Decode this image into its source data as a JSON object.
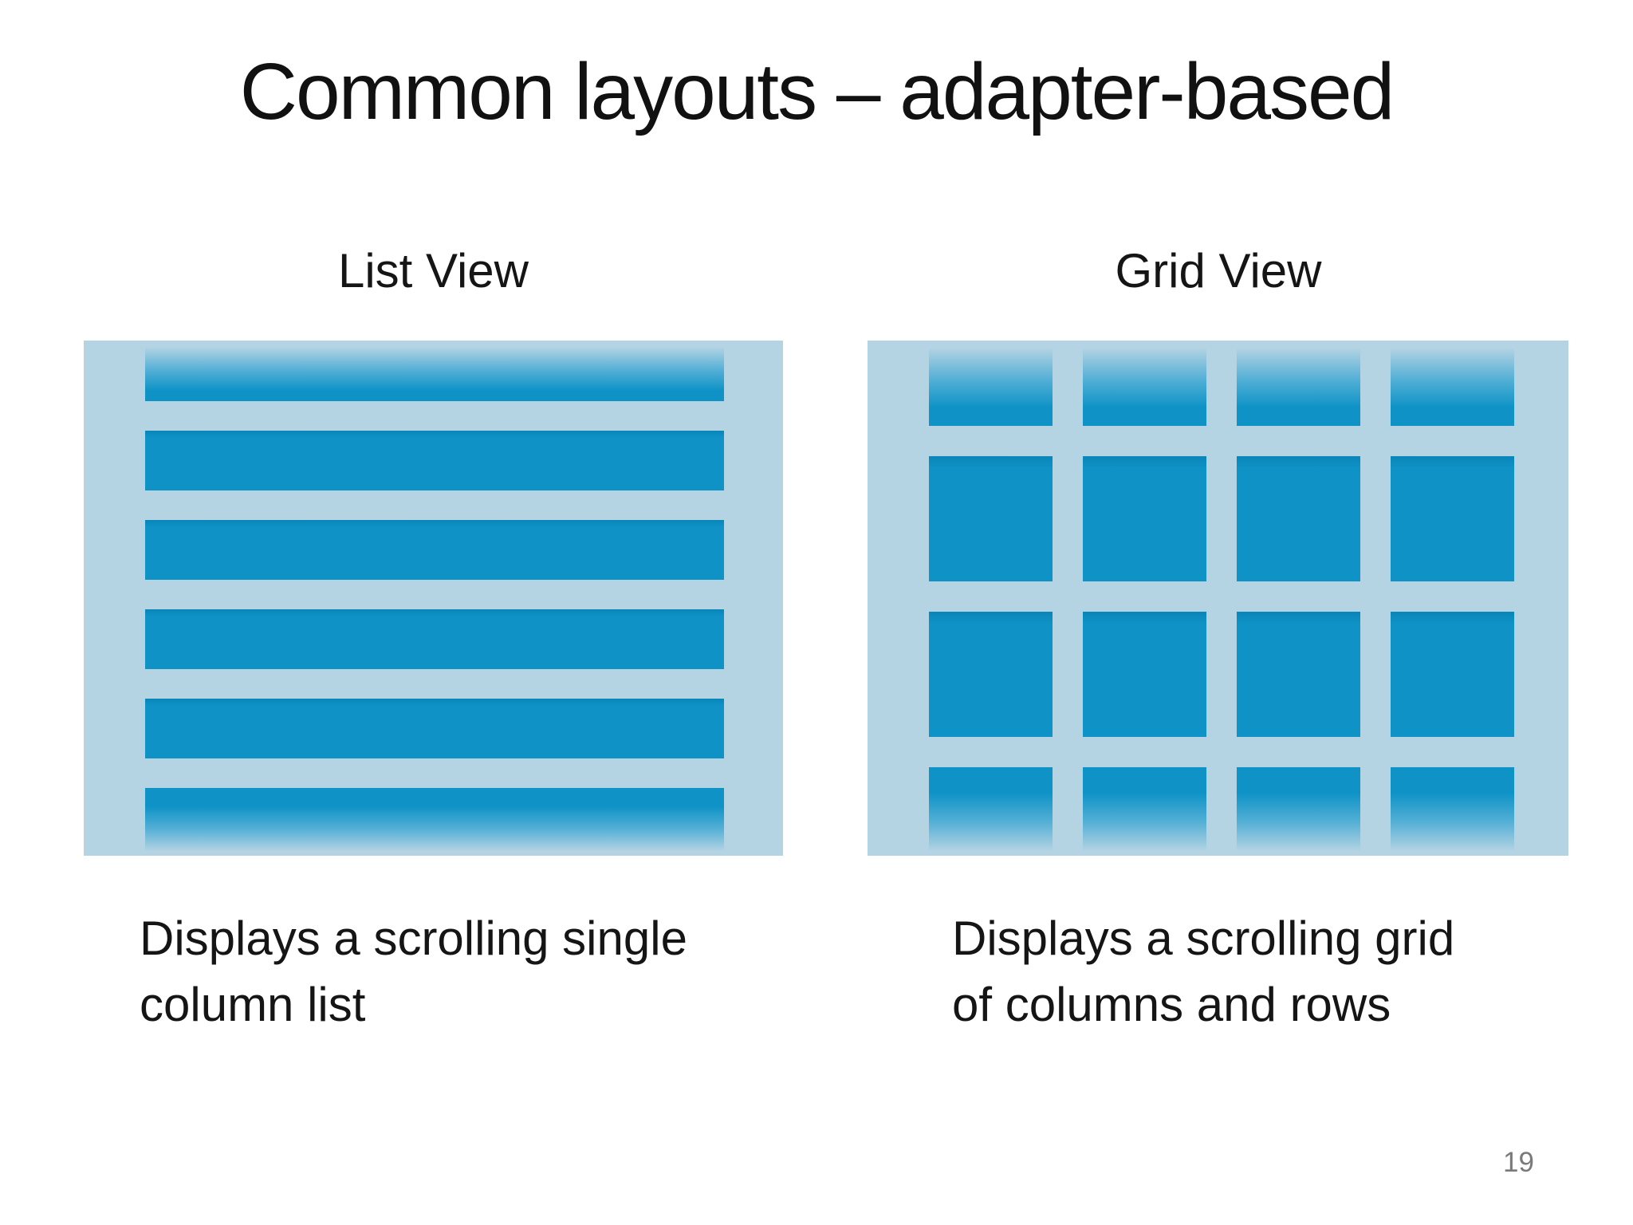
{
  "title": "Common layouts – adapter-based",
  "list_view": {
    "label": "List View",
    "caption": "Displays a scrolling single\ncolumn list",
    "item_count": 6,
    "first_item_fades_at_top": true,
    "last_item_fades_at_bottom": true
  },
  "grid_view": {
    "label": "Grid View",
    "caption": "Displays a scrolling grid\nof columns and rows",
    "columns": 4,
    "rows": 4,
    "first_row_fades_at_top": true,
    "last_row_fades_at_bottom": true
  },
  "page_number": "19",
  "colors": {
    "item_blue": "#0f93c7",
    "item_blue_dark_edge": "#0a85b8",
    "item_blue_fade_mid": "#55b0d6",
    "panel_background": "#b5d4e3",
    "slide_background": "#ffffff",
    "text": "#151515",
    "page_number_gray": "#7a7a7a"
  }
}
